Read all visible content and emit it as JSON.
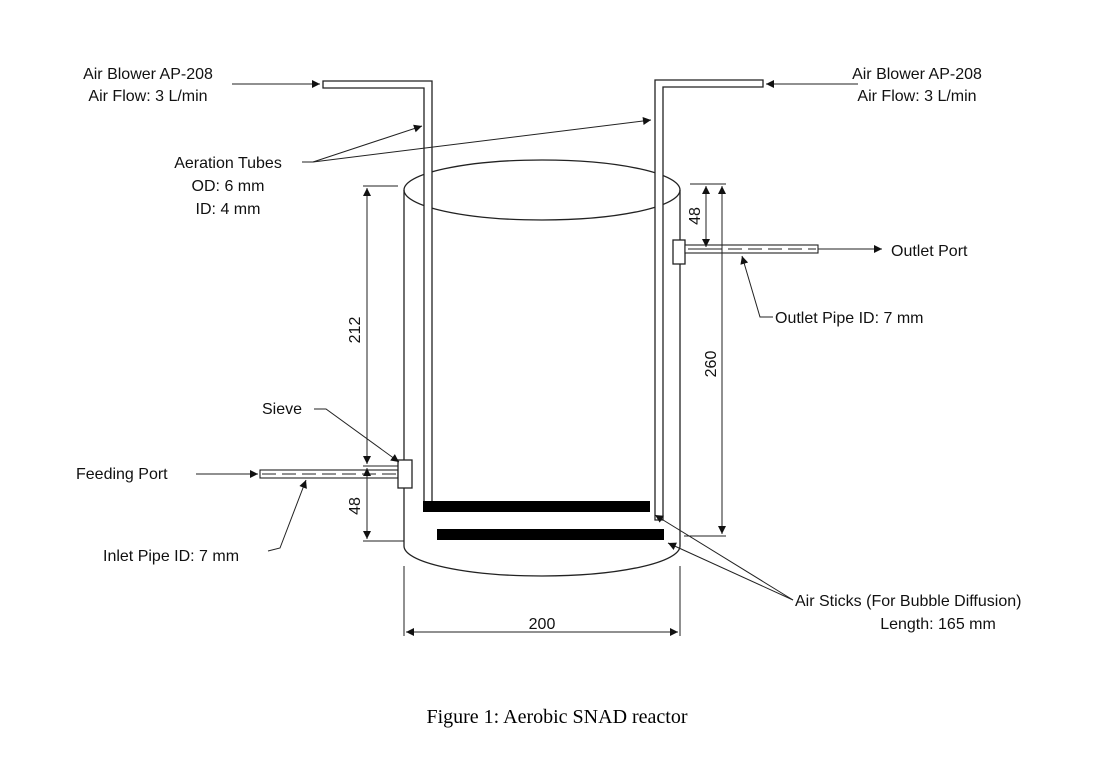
{
  "labels": {
    "blower_left_line1": "Air Blower AP-208",
    "blower_left_line2": "Air Flow: 3 L/min",
    "blower_right_line1": "Air Blower AP-208",
    "blower_right_line2": "Air Flow: 3 L/min",
    "aeration_line1": "Aeration Tubes",
    "aeration_line2": "OD: 6 mm",
    "aeration_line3": "ID: 4 mm",
    "outlet_port": "Outlet Port",
    "outlet_pipe": "Outlet Pipe ID: 7 mm",
    "sieve": "Sieve",
    "feeding_port": "Feeding Port",
    "inlet_pipe": "Inlet Pipe ID: 7 mm",
    "air_sticks_line1": "Air Sticks (For Bubble Diffusion)",
    "air_sticks_line2": "Length: 165 mm"
  },
  "dimensions": {
    "reactor_height_inner": "212",
    "inlet_height": "48",
    "outlet_depth": "48",
    "reactor_height_total": "260",
    "reactor_width": "200"
  },
  "caption": "Figure 1: Aerobic SNAD reactor"
}
